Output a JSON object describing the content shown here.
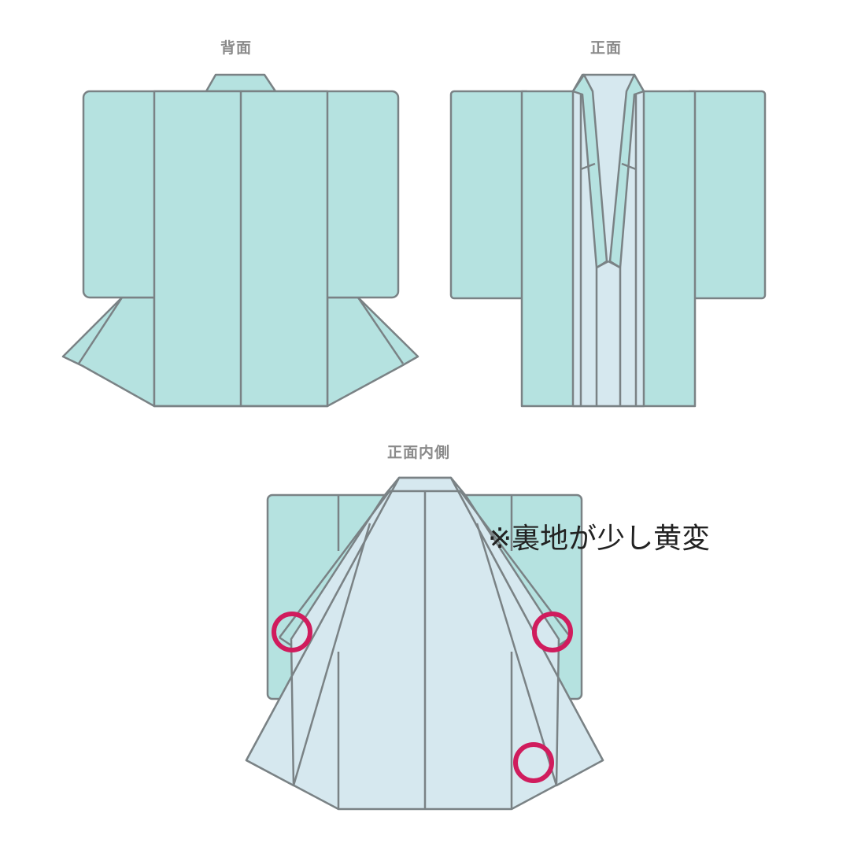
{
  "labels": {
    "back": "背面",
    "front": "正面",
    "inside": "正面内側"
  },
  "note": "※裏地が少し黄変",
  "colors": {
    "outer_fabric": "#b5e2e0",
    "lining_fabric": "#d6e8ef",
    "outline": "#7a8285",
    "marker": "#d01c5d"
  },
  "marked_spots": [
    {
      "location": "left collar edge"
    },
    {
      "location": "right collar edge"
    },
    {
      "location": "lower right front panel"
    }
  ]
}
